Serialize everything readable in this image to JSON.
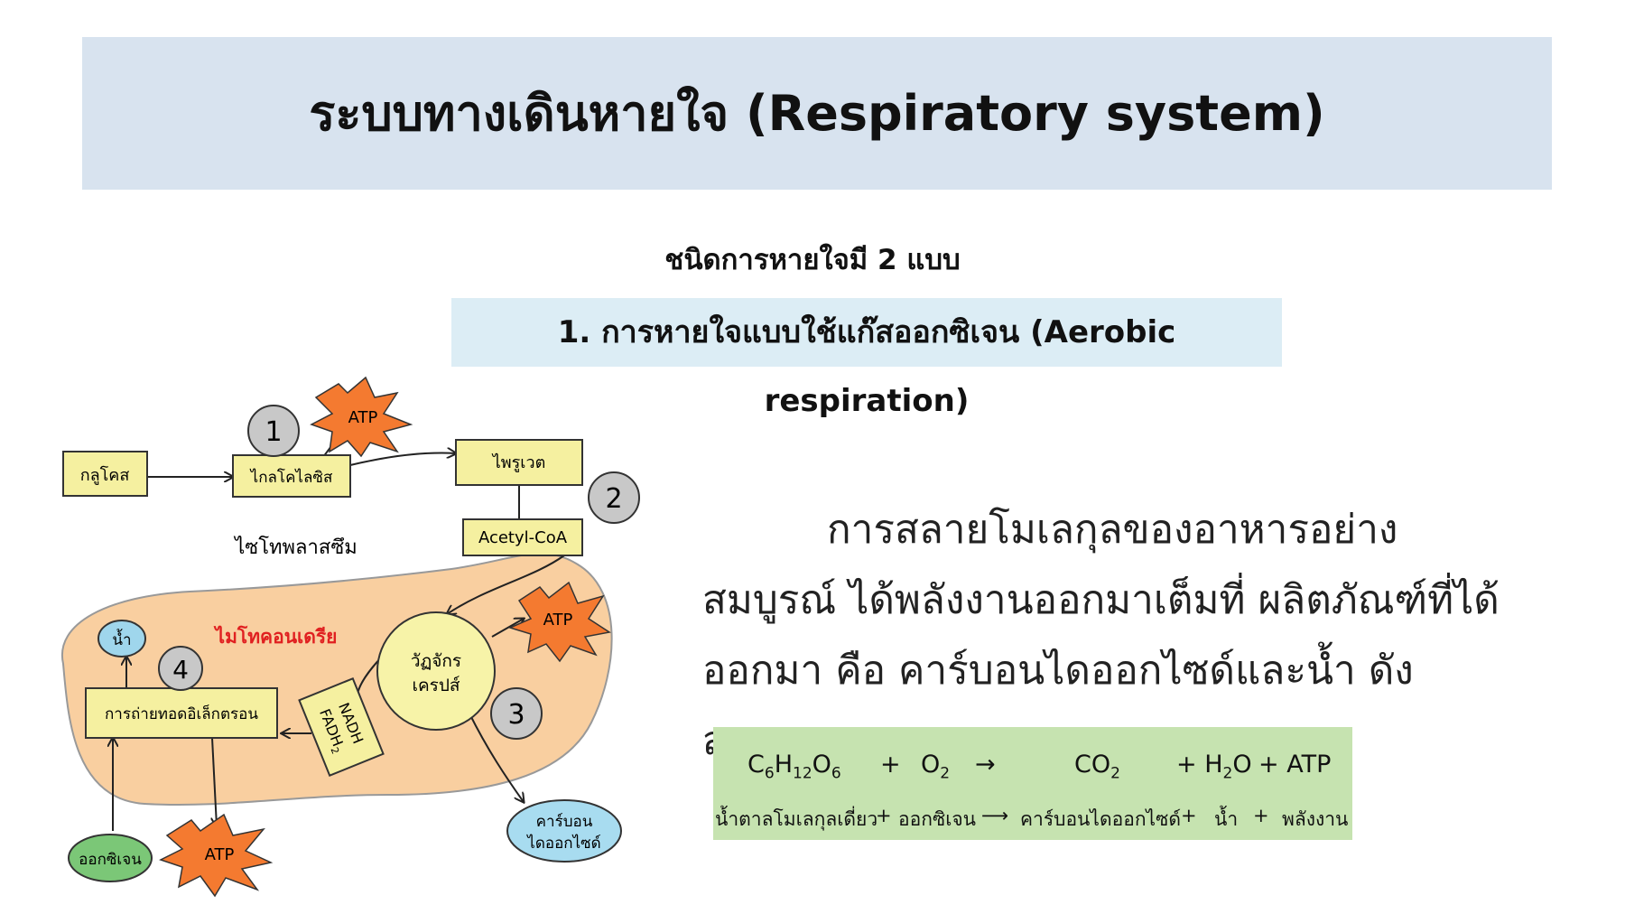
{
  "title": "ระบบทางเดินหายใจ (Respiratory system)",
  "subtitle": "ชนิดการหายใจมี 2 แบบ",
  "aerobic_heading": "1. การหายใจแบบใช้แก๊สออกซิเจน (Aerobic respiration)",
  "description": "การสลายโมเลกุลของอาหารอย่างสมบูรณ์ ได้พลังงานออกมาเต็มที่ ผลิตภัณฑ์ที่ได้ออกมา คือ คาร์บอนไดออกไซด์และน้ำ ดังสมการ",
  "equation": {
    "glucose": {
      "base": "C",
      "s1": "6",
      "m1": "H",
      "s2": "12",
      "m2": "O",
      "s3": "6"
    },
    "plus1": "+",
    "oxygen": {
      "base": "O",
      "sub": "2"
    },
    "arrow": "→",
    "co2": {
      "base": "CO",
      "sub": "2"
    },
    "water": {
      "pre": "+ H",
      "sub": "2",
      "post": "O"
    },
    "atp": "+ ATP",
    "words": {
      "glucose": "น้ำตาลโมเลกุลเดี่ยว",
      "plus1": "+",
      "oxygen": "ออกซิเจน",
      "arrow": "⟶",
      "co2": "คาร์บอนไดออกไซด์",
      "plus2": "+",
      "water": "น้ำ",
      "plus3": "+",
      "energy": "พลังงาน"
    }
  },
  "diagram": {
    "glucose": "กลูโคส",
    "glycolysis": "ไกลโคไลซิส",
    "pyruvate": "ไพรูเวต",
    "acetyl_coa": "Acetyl-CoA",
    "cytoplasm": "ไซโทพลาสซึม",
    "mitochondria": "ไมโทคอนเดรีย",
    "krebs": [
      "วัฏจักร",
      "เครปส์"
    ],
    "nadh": "NADH",
    "fadh": "FADH",
    "fadh_sub": "2",
    "etc": "การถ่ายทอดอิเล็กตรอน",
    "water": "น้ำ",
    "oxygen": "ออกซิเจน",
    "co2": [
      "คาร์บอน",
      "ไดออกไซด์"
    ],
    "atp1": "ATP",
    "atp2": "ATP",
    "atp3": "ATP",
    "step1": "1",
    "step2": "2",
    "step3": "3",
    "step4": "4"
  },
  "colors": {
    "title_banner": "#d8e3ef",
    "aerobic_banner": "#dcedf5",
    "equation_box": "#c6e3b0",
    "mitochondria_fill": "#f9cfa0",
    "box_fill": "#f5f0a0",
    "atp_fill": "#f47a30",
    "krebs_fill": "#f7f3a8",
    "water_fill": "#9fd6ec",
    "oxygen_fill": "#7bc777",
    "co2_fill": "#a8dcf0",
    "step_fill": "#c8c8c8",
    "mito_label": "#e02020"
  }
}
